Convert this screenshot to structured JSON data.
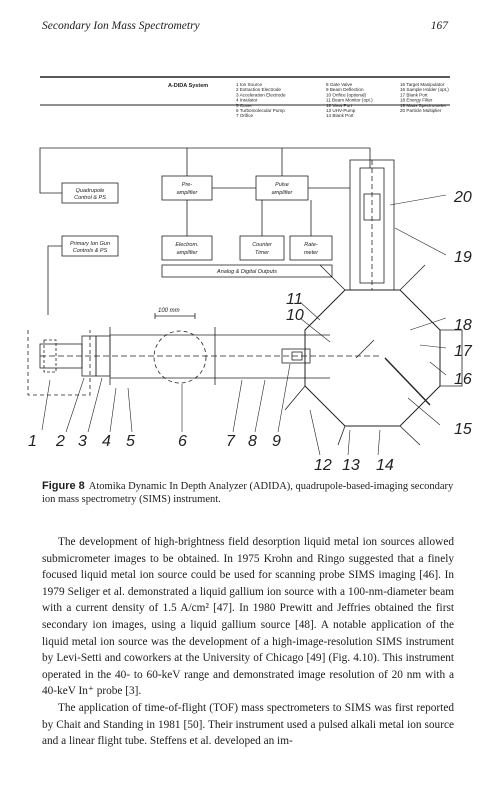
{
  "header": {
    "title": "Secondary Ion Mass Spectrometry",
    "page_number": "167"
  },
  "figure": {
    "system_title": "A-DIDA System",
    "parts_col1": [
      "1 Ion Source",
      "2 Extraction Electrode",
      "3 Acceleration Electrode",
      "4 Insulator",
      "5 Cover",
      "6 Turbomolecular Pump",
      "7 Orifice"
    ],
    "parts_col2": [
      "8 Gate Valve",
      "9 Beam Deflection",
      "10 Orifice (optional)",
      "11 Beam Monitor (opt.)",
      "12 View Port",
      "13 UHV-Pump",
      "14 Blank Port"
    ],
    "parts_col3": [
      "15 Target Manipulator",
      "16 Sample Holder (opt.)",
      "17 Blank Port",
      "18 Energy Filter",
      "19 Mass Spectrometer",
      "20 Particle Multiplier"
    ],
    "boxes": {
      "quadrupole": [
        "Quadrupole",
        "Control & PS"
      ],
      "primary_ion": [
        "Primary Ion Gun",
        "Controls & PS"
      ],
      "preamp": [
        "Pre-",
        "amplifier"
      ],
      "pulse": [
        "Pulse",
        "amplifier"
      ],
      "electrom": [
        "Electrom.",
        "amplifier"
      ],
      "counter": [
        "Counter",
        "Timer"
      ],
      "ratemeter": [
        "Rate-",
        "meter"
      ],
      "outputs": "Analog & Digital Outputs"
    },
    "scale_label": "100 mm",
    "callouts": [
      "1",
      "2",
      "3",
      "4",
      "5",
      "6",
      "7",
      "8",
      "9",
      "10",
      "11",
      "12",
      "13",
      "14",
      "15",
      "16",
      "17",
      "18",
      "19",
      "20"
    ]
  },
  "caption": {
    "label": "Figure 8",
    "text": "Atomika Dynamic In Depth Analyzer (ADIDA), quadrupole-based-imaging secondary ion mass spectrometry (SIMS) instrument."
  },
  "paragraphs": [
    "The development of high-brightness field desorption liquid metal ion sources allowed submicrometer images to be obtained. In 1975 Krohn and Ringo suggested that a finely focused liquid metal ion source could be used for scanning probe SIMS imaging [46]. In 1979 Seliger et al. demonstrated a liquid gallium ion source with a 100-nm-diameter beam with a current density of 1.5 A/cm² [47]. In 1980 Prewitt and Jeffries obtained the first secondary ion images, using a liquid gallium source [48]. A notable application of the liquid metal ion source was the development of a high-image-resolution SIMS instrument by Levi-Setti and coworkers at the University of Chicago [49] (Fig. 4.10). This instrument operated in the 40- to 60-keV range and demonstrated image resolution of 20 nm with a 40-keV In⁺ probe [3].",
    "The application of time-of-flight (TOF) mass spectrometers to SIMS was first reported by Chait and Standing in 1981 [50]. Their instrument used a pulsed alkali metal ion source and a linear flight tube. Steffens et al. developed an im-"
  ]
}
